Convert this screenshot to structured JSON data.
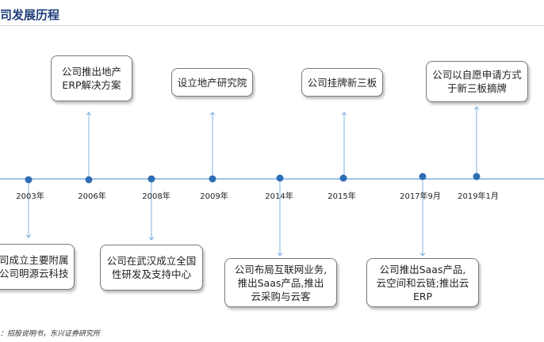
{
  "title": "司发展历程",
  "years": [
    "2003年",
    "2006年",
    "2008年",
    "2009年",
    "2014年",
    "2015年",
    "2017年9月",
    "2019年1月"
  ],
  "above_boxes": [
    {
      "text": "公司推出地产\nERP解决方案"
    },
    {
      "text": "设立地产研究院"
    },
    {
      "text": "公司挂牌新三板"
    },
    {
      "text": "公司以自愿申请方式\n于新三板摘牌"
    }
  ],
  "below_boxes": [
    {
      "text": "司成立主要附属\n公司明源云科技"
    },
    {
      "text": "公司在武汉成立全国\n性研发及支持中心"
    },
    {
      "text": "公司布局互联网业务,\n推出Saas产品,推出\n云采购与云客"
    },
    {
      "text": "公司推出Saas产品,\n云空间和云链;推出云\nERP"
    }
  ],
  "source": "：招股说明书，东兴证券研究所",
  "colors": {
    "line": "#7fb0e0",
    "dot": "#2f6db5",
    "title": "#1f3d7a"
  }
}
